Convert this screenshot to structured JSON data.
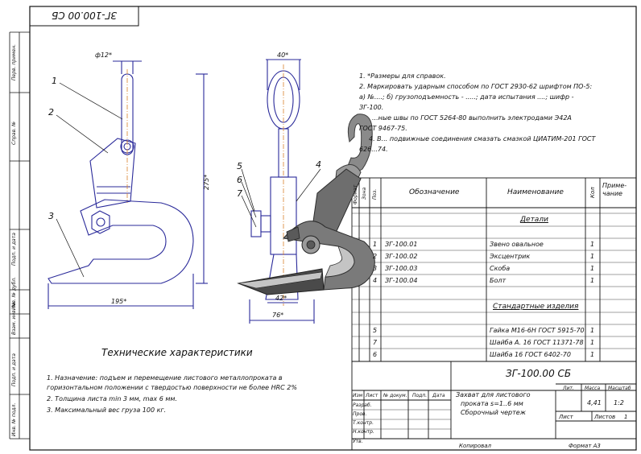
{
  "doc_code_mirrored": "ЗГ-100.00 СБ",
  "notes": [
    "1. *Размеры для справок.",
    "2. Маркировать ударным способом по ГОСТ 2930-62 шрифтом ПО-5:",
    "а) №....; б) грузоподъемность - .....; дата испытания ....; шифр -",
    "ЗГ-100.",
    "...ные швы по ГОСТ 5264-80 выполнить электродами Э42А",
    "ГОСТ 9467-75.",
    "4. В... подвижные соединения смазать смазкой ЦИАТИМ-201 ГОСТ",
    "626...74."
  ],
  "dims": {
    "d12": "ф12*",
    "d40": "40*",
    "d275": "275*",
    "d195": "195*",
    "d76": "76*",
    "d42": "42*"
  },
  "callouts": [
    "1",
    "2",
    "3",
    "4",
    "5",
    "6",
    "7"
  ],
  "spec_headers": {
    "format": "Формат",
    "zone": "Зона",
    "pos": "Поз.",
    "designation": "Обозначение",
    "name": "Наименование",
    "qty": "Кол",
    "note": "Приме-чание"
  },
  "spec_sections": {
    "details": "Детали",
    "standard": "Стандартные изделия"
  },
  "spec_rows": [
    {
      "pos": "1",
      "designation": "ЗГ-100.01",
      "name": "Звено овальное",
      "qty": "1"
    },
    {
      "pos": "2",
      "designation": "ЗГ-100.02",
      "name": "Эксцентрик",
      "qty": "1"
    },
    {
      "pos": "3",
      "designation": "ЗГ-100.03",
      "name": "Скоба",
      "qty": "1"
    },
    {
      "pos": "4",
      "designation": "ЗГ-100.04",
      "name": "Болт",
      "qty": "1"
    }
  ],
  "standard_rows": [
    {
      "pos": "5",
      "name": "Гайка М16-6Н ГОСТ 5915-70",
      "qty": "1"
    },
    {
      "pos": "7",
      "name": "Шайба А. 16 ГОСТ 11371-78",
      "qty": "1"
    },
    {
      "pos": "6",
      "name": "Шайба 16 ГОСТ 6402-70",
      "qty": "1"
    }
  ],
  "tech_title": "Технические характеристики",
  "tech_lines": [
    "1. Назначение: подъем и перемещение листового металлопроката в",
    "горизонтальном положении с твердостью поверхности не более HRC 2%",
    "2. Толщина листа min   3 мм, max   6 мм.",
    "3. Максимальный вес груза 100 кг."
  ],
  "title_block": {
    "code": "ЗГ-100.00 СБ",
    "name_lines": [
      "Захват для листового",
      "проката s=1..6 мм",
      "Сборочный чертеж"
    ],
    "lit_header": "Лит.",
    "mass_header": "Масса",
    "scale_header": "Масштаб",
    "mass": "4,41",
    "scale": "1:2",
    "sheet_label": "Лист",
    "sheets_label": "Листов",
    "sheets_value": "1",
    "rows_header": [
      "Изм",
      "Лист",
      "№ докум.",
      "Подп.",
      "Дата"
    ],
    "roles": [
      "Разраб.",
      "Пров.",
      "Т.контр.",
      "Н.контр.",
      "Утв."
    ],
    "copied": "Копировал",
    "format": "Формат    А3"
  },
  "left_strip": [
    "Перв. примен.",
    "Справ. №",
    "Подп. и дата",
    "Инв. № дубл.",
    "Взам. инв. №",
    "Подп. и дата",
    "Инв. № подл."
  ],
  "colors": {
    "line": "#2a2a9a",
    "ink": "#111111",
    "metal_dark": "#3c3c3c",
    "metal_mid": "#8a8a8a",
    "metal_light": "#c4c4c4",
    "axis": "#d9822b"
  }
}
